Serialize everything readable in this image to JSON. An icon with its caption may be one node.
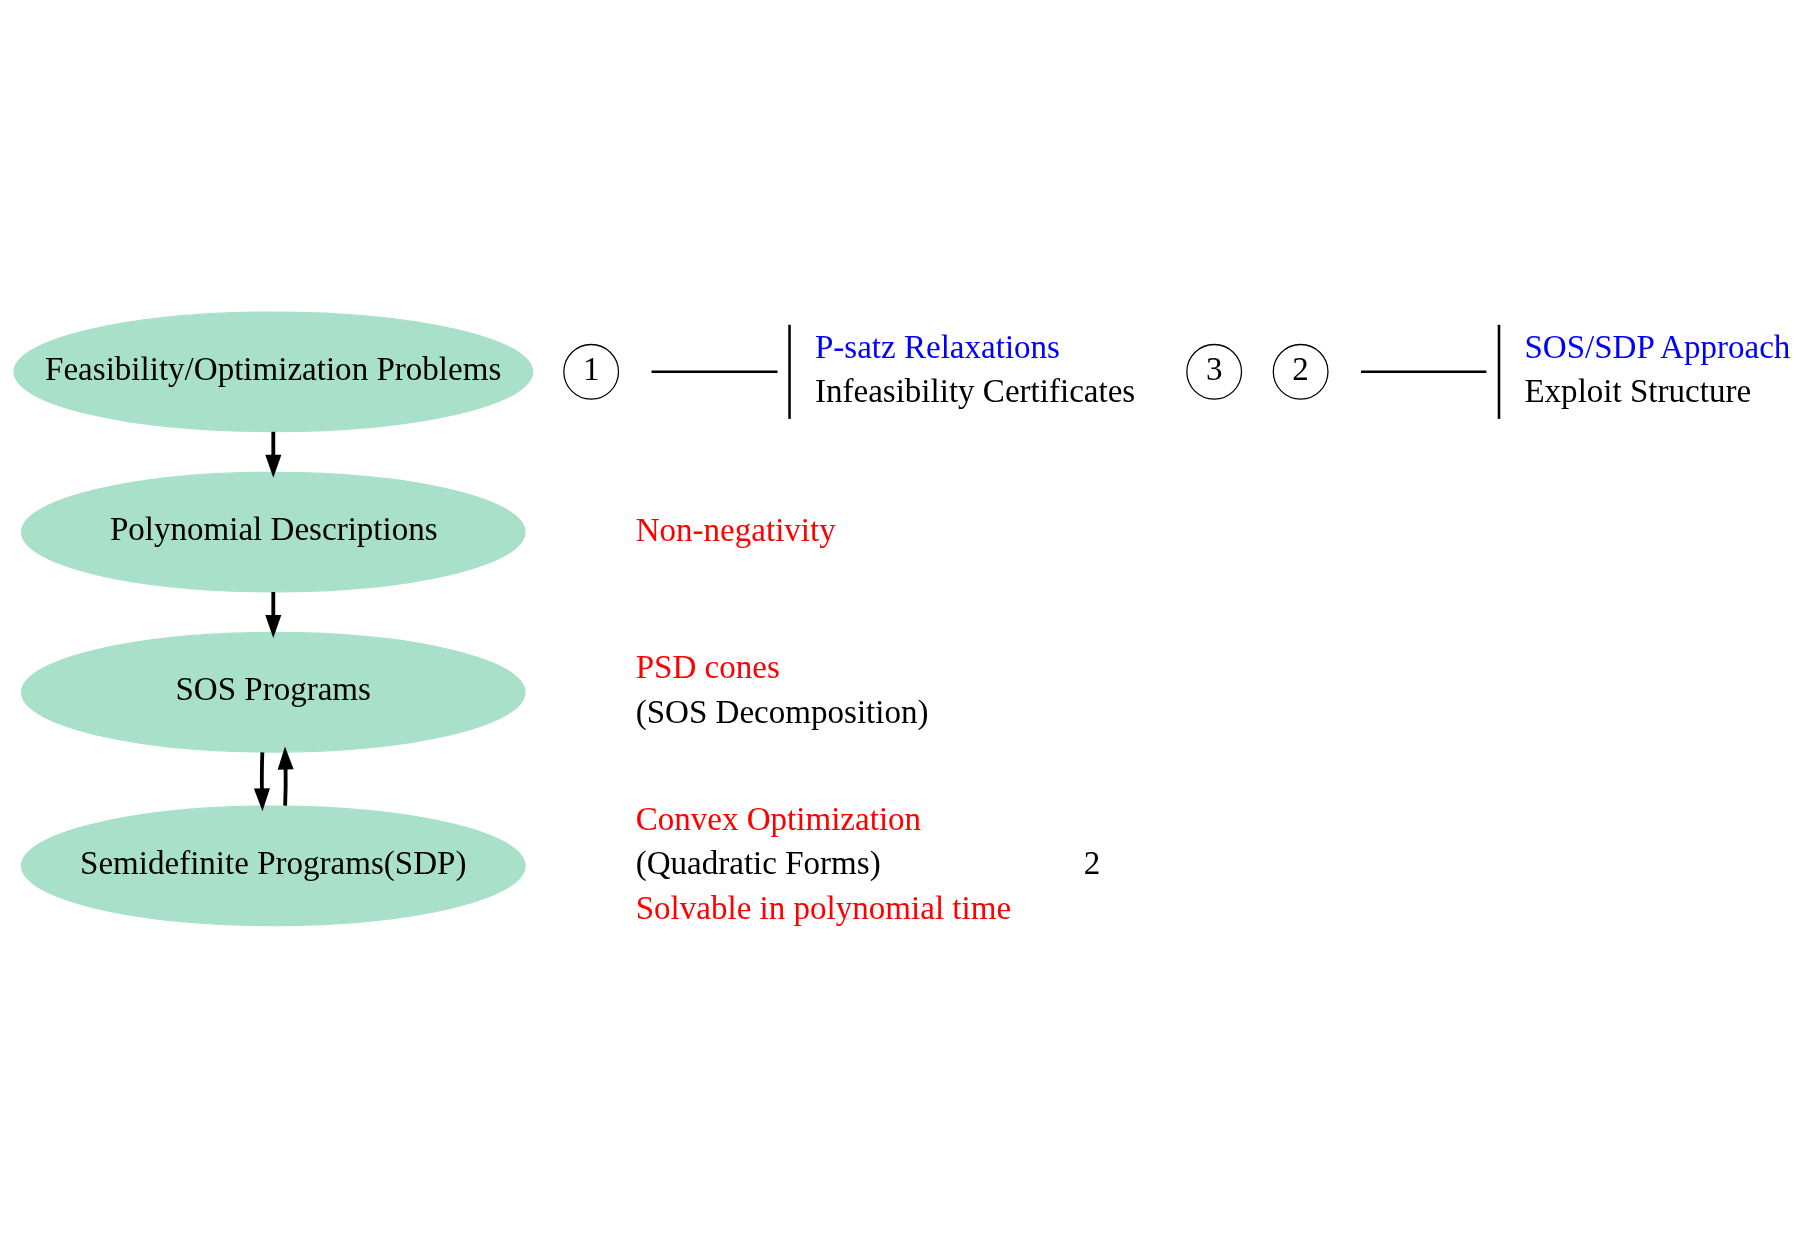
{
  "diagram": {
    "nodes": [
      {
        "text": [
          "Feasibility/Optimization Problems"
        ]
      },
      {
        "text": [
          "Polynomial Descriptions"
        ],
        "beside": [
          "Non-negativity"
        ]
      },
      {
        "text": [
          "1"
        ]
      },
      {
        "text": [
          "P-satz Relaxations",
          "Infeasibility Certificates"
        ]
      },
      {
        "text": [
          "SOS Programs"
        ],
        "beside": [
          "PSD cones",
          "(SOS Decomposition)"
        ]
      },
      {
        "text": [
          "3"
        ]
      },
      {
        "text": [
          "2"
        ]
      },
      {
        "text": [
          "SOS/SDP Approach",
          "Exploit Structure"
        ]
      },
      {
        "text": [
          "Semidefinite Programs(SDP)"
        ],
        "beside": [
          "Convex Optimization",
          "(Quadratic Forms)",
          "Solvable in polynomial time"
        ]
      }
    ],
    "edges": [
      {
        "from": 0,
        "to": 1,
        "arrow": "to"
      },
      {
        "from": 1,
        "to": 4,
        "arrow": "to"
      },
      {
        "from": 4,
        "to": 8,
        "arrow": "to"
      },
      {
        "from": 8,
        "to": 4,
        "arrow": "to"
      },
      {
        "from": null,
        "to": 3,
        "arrow": "none"
      },
      {
        "from": null,
        "to": 7,
        "arrow": "none"
      }
    ],
    "labels": [
      "2"
    ]
  }
}
